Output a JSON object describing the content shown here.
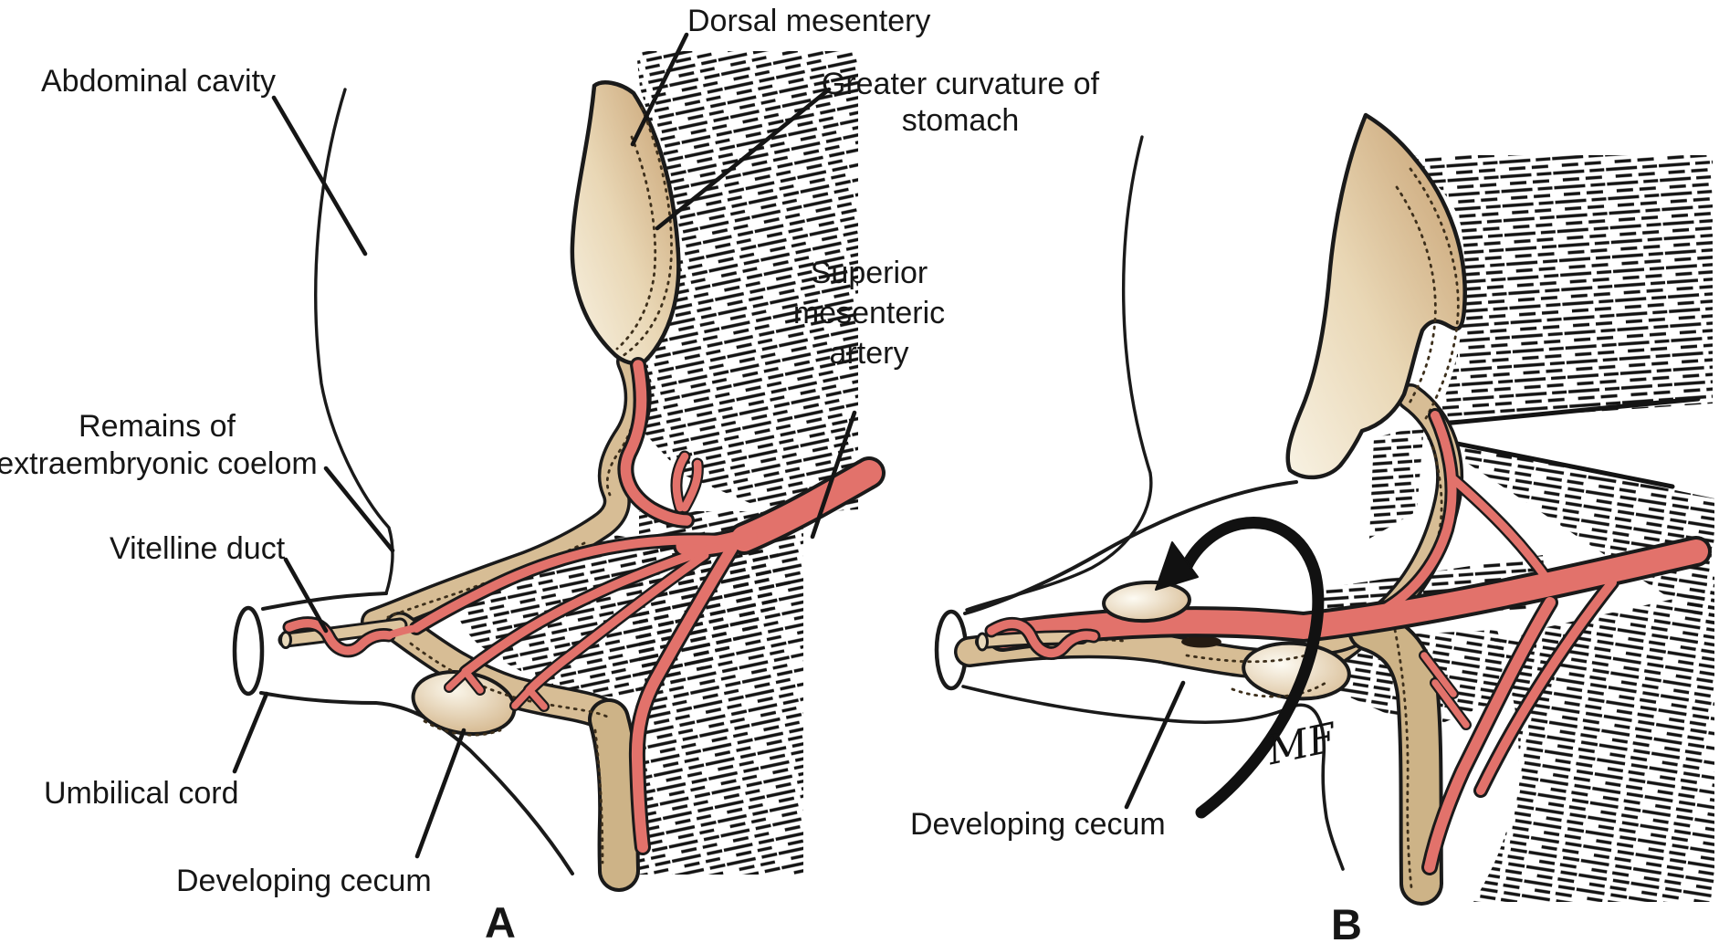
{
  "figure": {
    "panels": [
      {
        "letter": "A",
        "labels": {
          "abdominal_cavity": "Abdominal cavity",
          "dorsal_mesentery": "Dorsal mesentery",
          "greater_curvature_of_stomach": "Greater curvature of stomach",
          "superior_mesenteric_artery": "Superior mesenteric artery",
          "remains_of_extraembryonic_coelom": "Remains of extraembryonic coelom",
          "vitelline_duct": "Vitelline duct",
          "umbilical_cord": "Umbilical cord",
          "developing_cecum": "Developing cecum"
        }
      },
      {
        "letter": "B",
        "labels": {
          "developing_cecum": "Developing cecum"
        },
        "artist_signature": "MF"
      }
    ],
    "colors": {
      "organ_tan": "#d7bd95",
      "organ_tan_dark": "#c69e6e",
      "organ_cream": "#f7f0e0",
      "artery_red": "#e2726b",
      "ink_black": "#1a1a1a",
      "background": "#ffffff"
    }
  }
}
